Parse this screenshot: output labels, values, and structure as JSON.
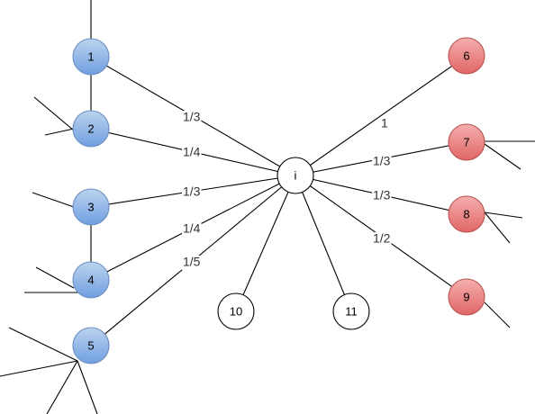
{
  "colors": {
    "blue_top": "#bcd3ef",
    "blue_bottom": "#6f9fe0",
    "blue_stroke": "#6c8ebf",
    "red_top": "#f5aeae",
    "red_bottom": "#e06666",
    "red_stroke": "#b85450",
    "white_fill": "#ffffff",
    "white_stroke": "#000000"
  },
  "nodes": [
    {
      "id": "1",
      "label": "1",
      "group": "blue"
    },
    {
      "id": "2",
      "label": "2",
      "group": "blue"
    },
    {
      "id": "3",
      "label": "3",
      "group": "blue"
    },
    {
      "id": "4",
      "label": "4",
      "group": "blue"
    },
    {
      "id": "5",
      "label": "5",
      "group": "blue"
    },
    {
      "id": "6",
      "label": "6",
      "group": "red"
    },
    {
      "id": "7",
      "label": "7",
      "group": "red"
    },
    {
      "id": "8",
      "label": "8",
      "group": "red"
    },
    {
      "id": "9",
      "label": "9",
      "group": "red"
    },
    {
      "id": "i",
      "label": "i",
      "group": "white"
    },
    {
      "id": "10",
      "label": "10",
      "group": "white"
    },
    {
      "id": "11",
      "label": "11",
      "group": "white"
    }
  ],
  "edges": [
    {
      "from": "1",
      "to": "i",
      "label": "1/3"
    },
    {
      "from": "2",
      "to": "i",
      "label": "1/4"
    },
    {
      "from": "3",
      "to": "i",
      "label": "1/3"
    },
    {
      "from": "4",
      "to": "i",
      "label": "1/4"
    },
    {
      "from": "5",
      "to": "i",
      "label": "1/5"
    },
    {
      "from": "6",
      "to": "i",
      "label": "1"
    },
    {
      "from": "7",
      "to": "i",
      "label": "1/3"
    },
    {
      "from": "8",
      "to": "i",
      "label": "1/3"
    },
    {
      "from": "9",
      "to": "i",
      "label": "1/2"
    },
    {
      "from": "10",
      "to": "i",
      "label": ""
    },
    {
      "from": "11",
      "to": "i",
      "label": ""
    },
    {
      "from": "1",
      "to": "2",
      "label": ""
    },
    {
      "from": "3",
      "to": "4",
      "label": ""
    }
  ]
}
